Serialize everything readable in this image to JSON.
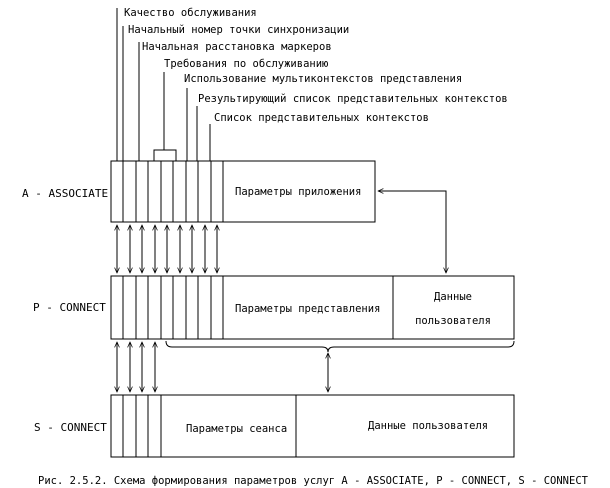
{
  "labels": [
    "Качество обслуживания",
    "Начальный номер точки синхронизации",
    "Начальная расстановка маркеров",
    "Требования по обслуживанию",
    "Использование мультиконтекстов представления",
    "Результирующий список представительных контекстов",
    "Список представительных контекстов"
  ],
  "rows": {
    "a_associate": {
      "name": "A - ASSOCIATE",
      "params": "Параметры приложения"
    },
    "p_connect": {
      "name": "P - CONNECT",
      "params": "Параметры представления",
      "user_data_line1": "Данные",
      "user_data_line2": "пользователя"
    },
    "s_connect": {
      "name": "S - CONNECT",
      "params": "Параметры сеанса",
      "user_data": "Данные пользователя"
    }
  },
  "caption": "Рис.  2.5.2.  Схема формирования параметров услуг A - ASSOCIATE,  P - CONNECT,  S - CONNECT"
}
